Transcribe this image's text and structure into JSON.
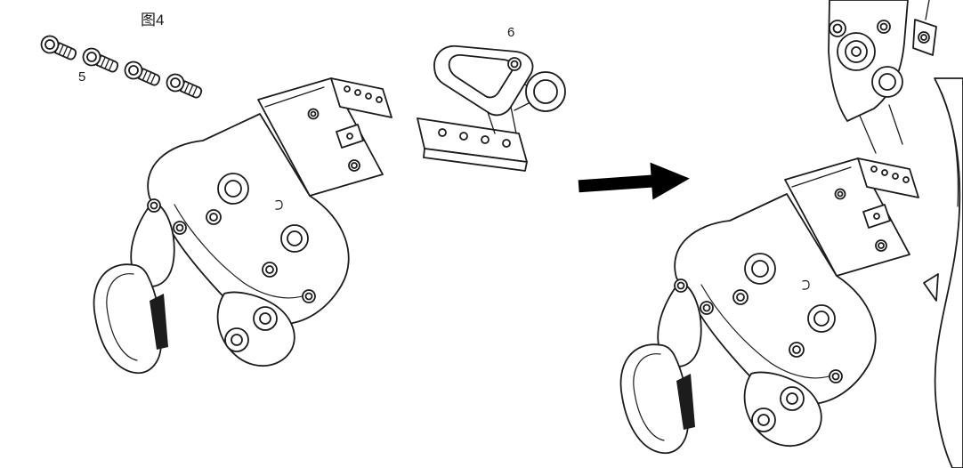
{
  "figure": {
    "caption": "图4",
    "callouts": {
      "screws": "5",
      "bracket": "6"
    },
    "screws_visible": 4
  },
  "colors": {
    "line": "#1c1c1c",
    "arrow": "#000000",
    "background": "#ffffff"
  }
}
